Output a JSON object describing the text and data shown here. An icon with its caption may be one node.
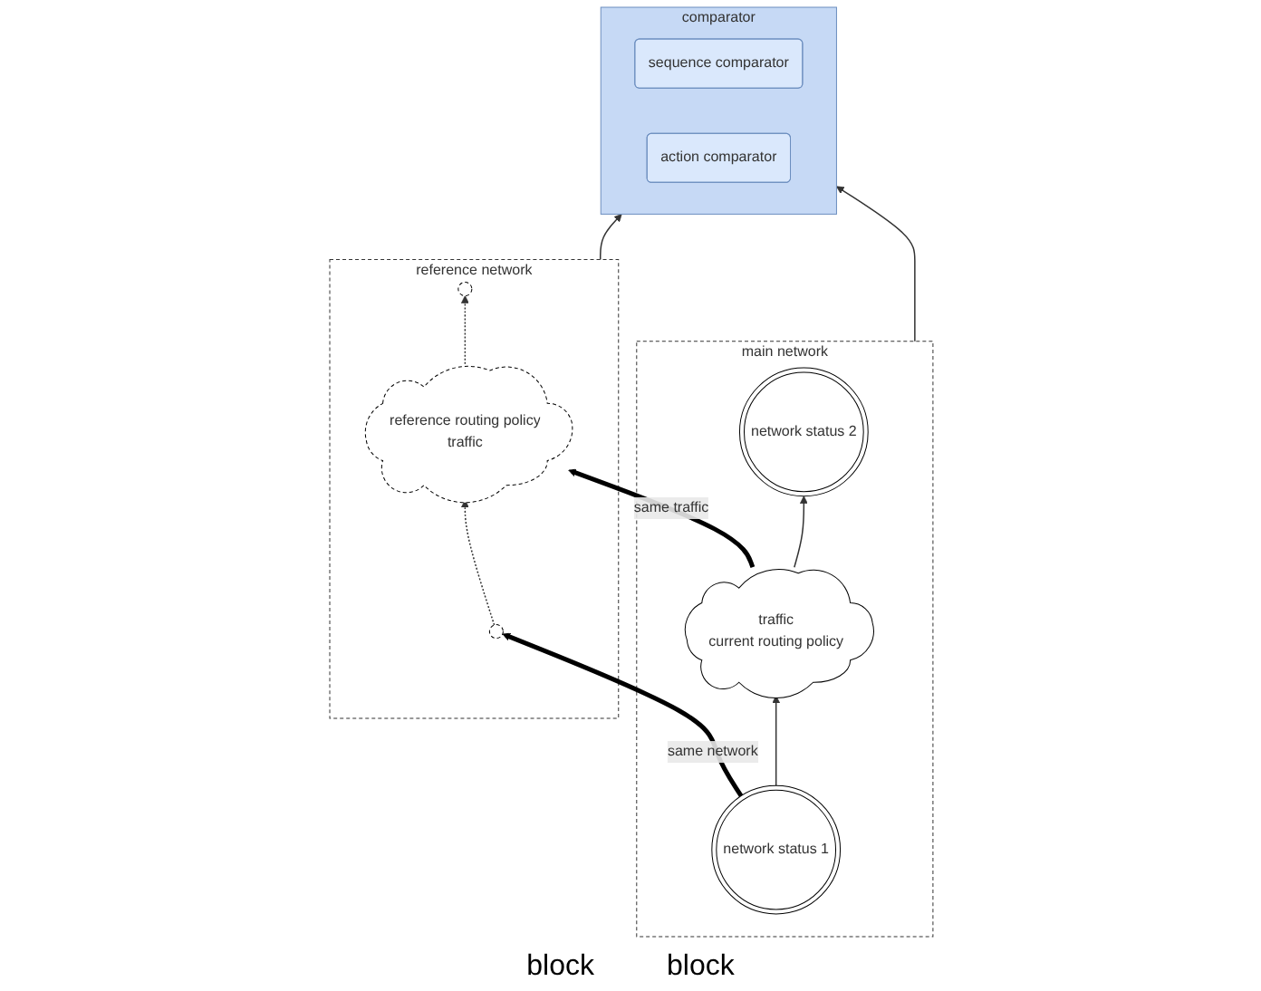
{
  "diagram": {
    "nodes": [
      {
        "text": [
          "reference network"
        ]
      },
      {
        "text": [],
        "shape": "circle",
        "in": 0
      },
      {
        "text": [
          "reference routing policy",
          "traffic"
        ],
        "in": 0
      },
      {
        "text": [],
        "shape": "circle",
        "in": 0
      },
      {
        "text": [
          "main network"
        ]
      },
      {
        "text": [
          "network status 1"
        ],
        "in": 4
      },
      {
        "text": [
          "traffic",
          "current routing policy"
        ],
        "in": 4
      },
      {
        "text": [
          "network status 2"
        ],
        "in": 4
      },
      {
        "text": [
          "comparator"
        ]
      },
      {
        "text": [
          "sequence comparator"
        ],
        "in": 8
      },
      {
        "text": [
          "action comparator"
        ],
        "in": 8
      }
    ],
    "edges": [
      {
        "from": 1,
        "to": 2,
        "arrow": "to",
        "style": "dashed"
      },
      {
        "from": 2,
        "to": 3,
        "arrow": "to",
        "style": "dashed"
      },
      {
        "from": 5,
        "to": 6,
        "arrow": "to"
      },
      {
        "from": 6,
        "to": 7,
        "arrow": "to"
      },
      {
        "from": 5,
        "to": 1,
        "arrow": "to",
        "label": "same network",
        "style": "thick"
      },
      {
        "from": 6,
        "to": 2,
        "arrow": "to",
        "label": "same traffic",
        "style": "thick"
      },
      {
        "from": 0,
        "to": 8,
        "arrow": "to"
      },
      {
        "from": 4,
        "to": 8,
        "arrow": "to"
      }
    ],
    "labels": [
      "block",
      "block"
    ]
  }
}
